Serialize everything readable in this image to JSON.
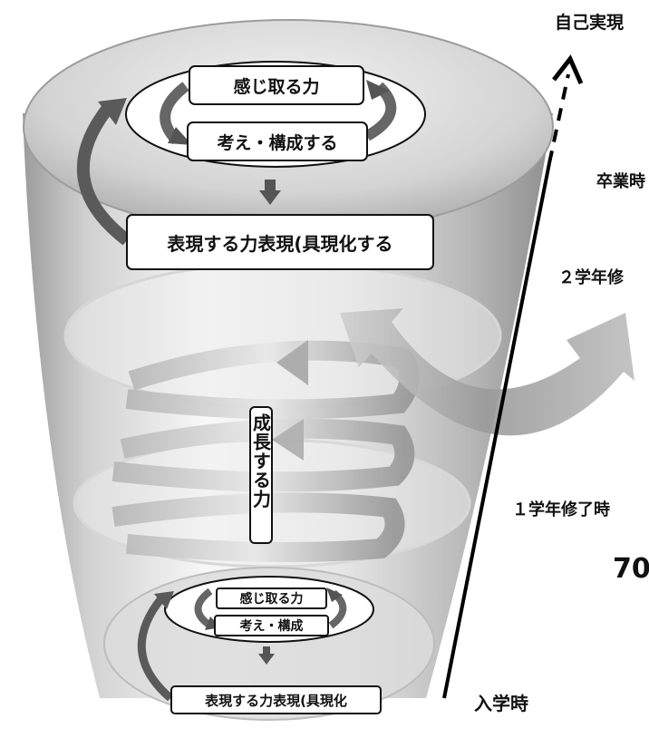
{
  "top_cycle": {
    "sense": "感じ取る力",
    "think": "考え・構成する",
    "express": "表現する力表現(具現化する"
  },
  "bottom_cycle": {
    "sense": "感じ取る力",
    "think": "考え・構成",
    "express": "表現する力表現(具現化"
  },
  "growth_label": "成長する力",
  "stages": {
    "self_realization": "自己実現",
    "graduation": "卒業時",
    "year2": "２学年修",
    "year1": "１学年修了時",
    "number": "70",
    "entrance": "入学時"
  }
}
